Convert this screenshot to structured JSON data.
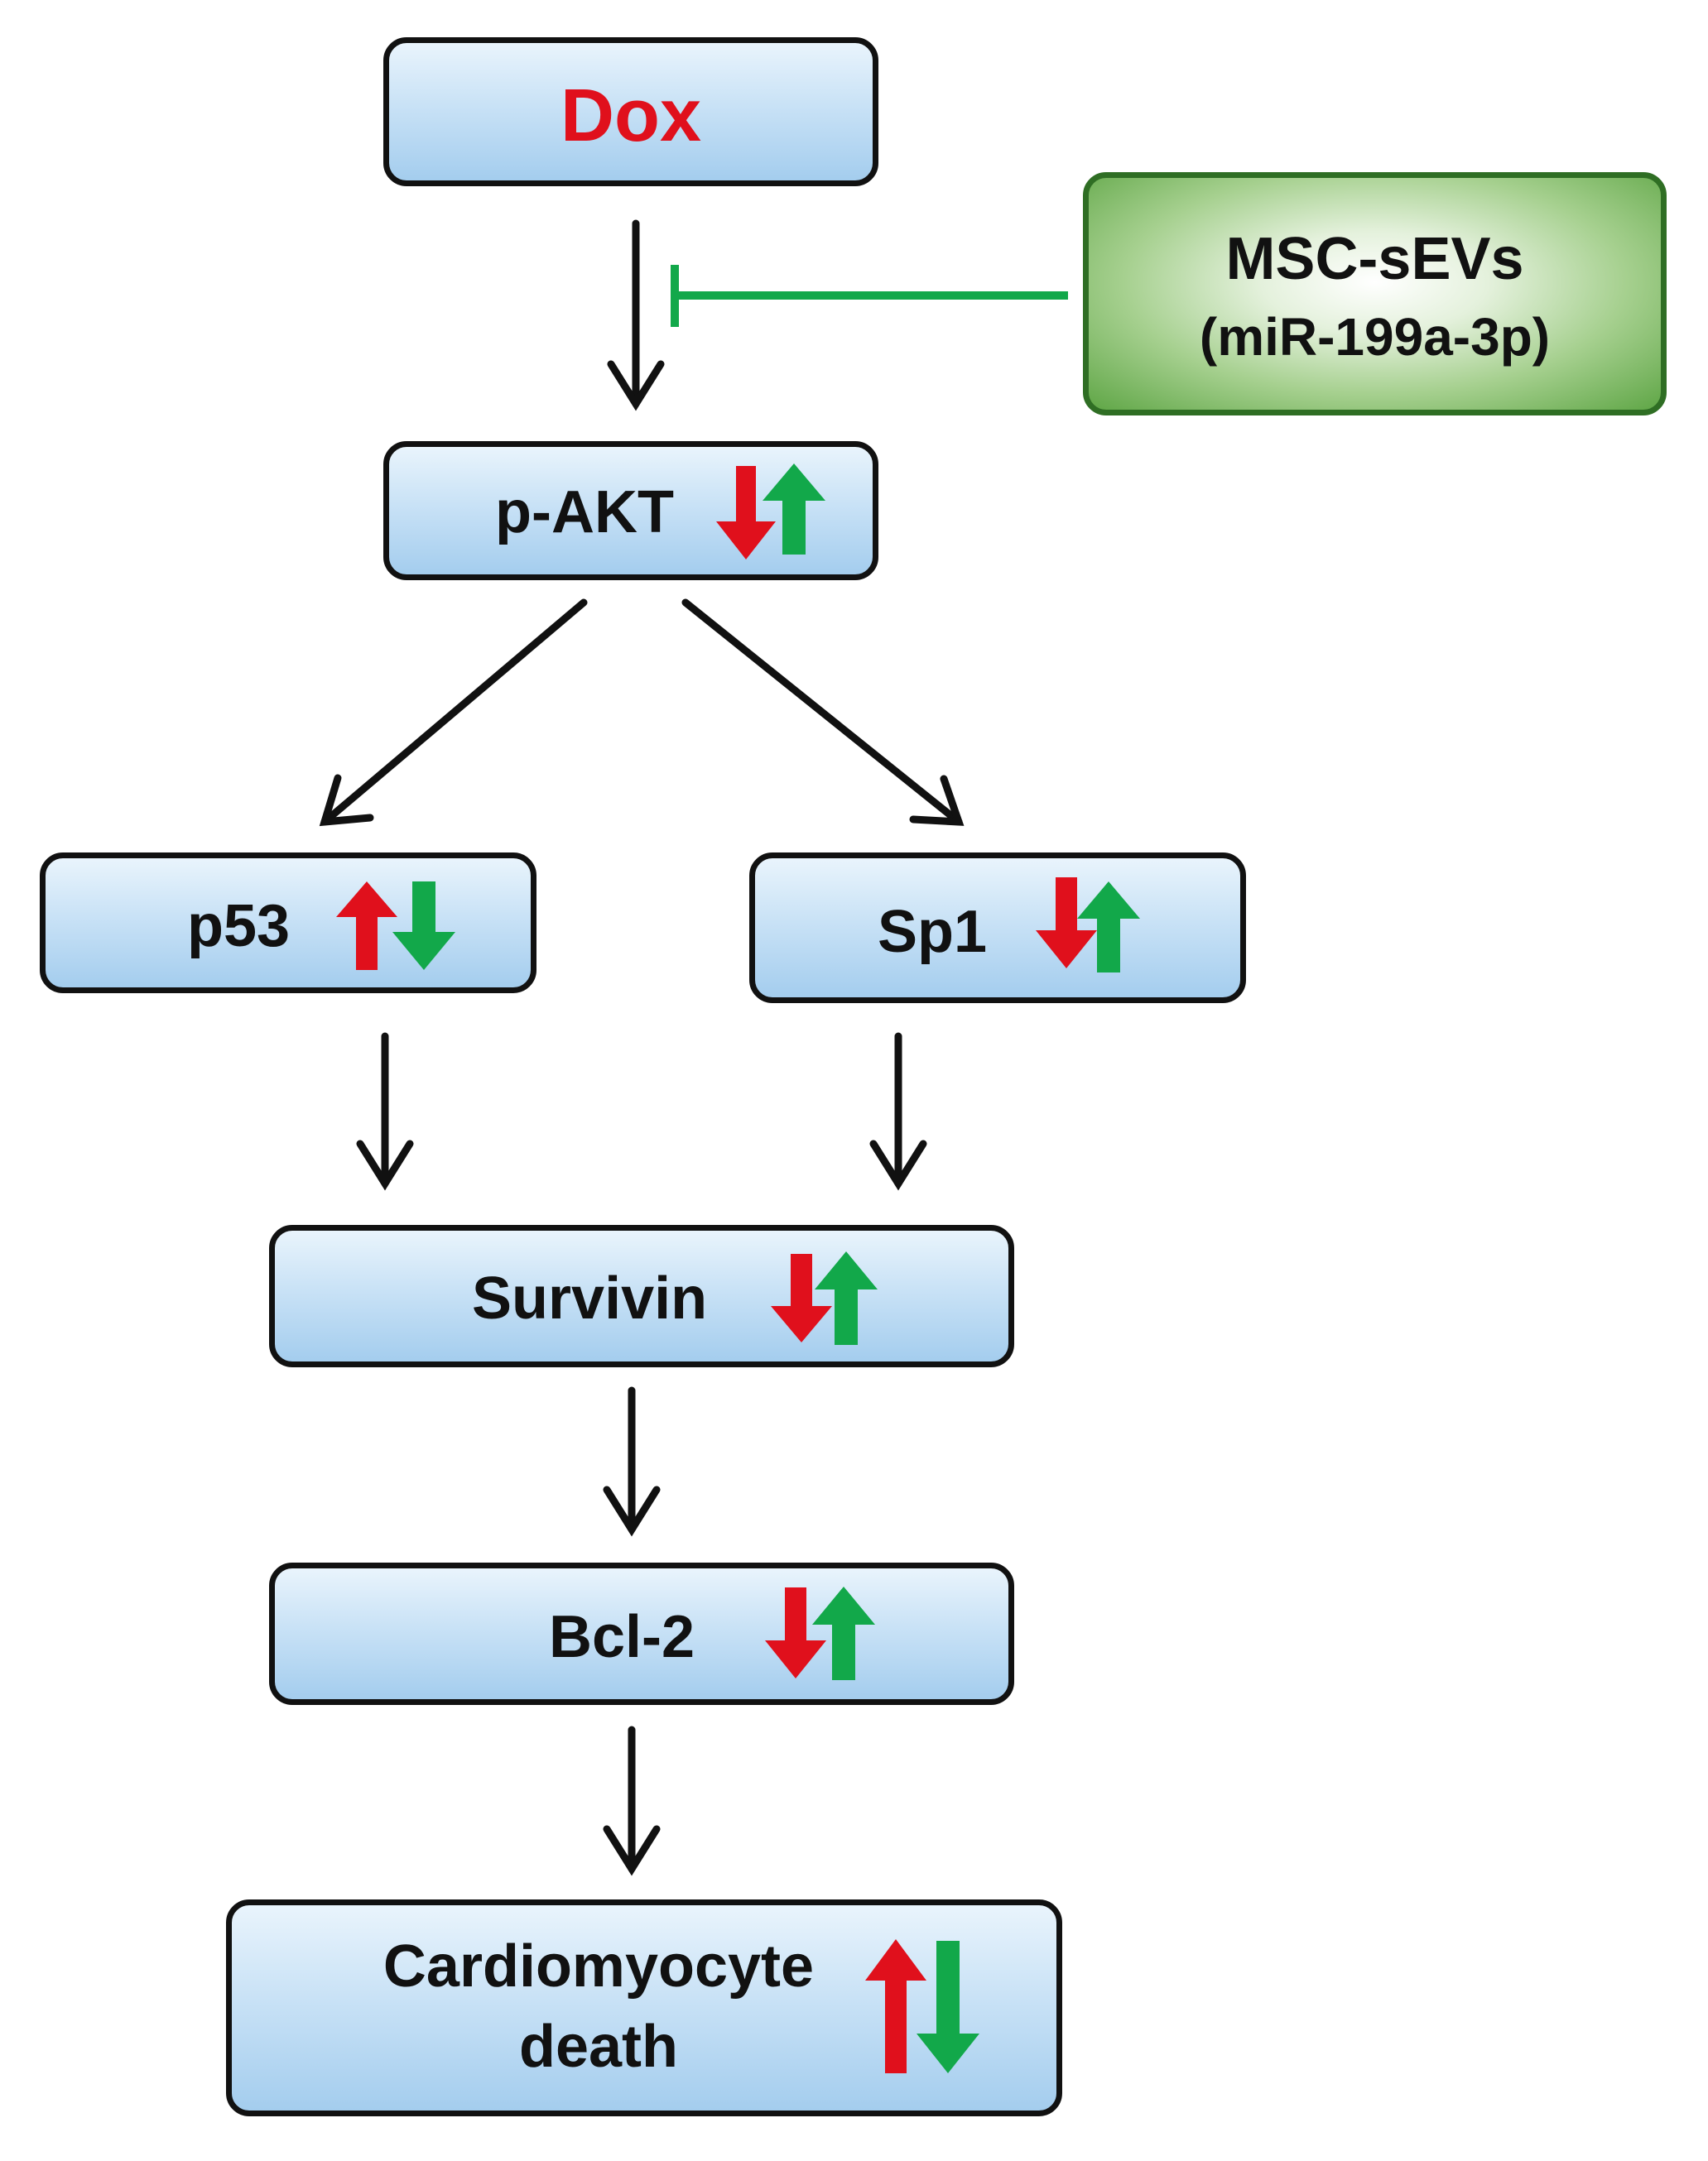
{
  "nodes": {
    "dox": {
      "label": "Dox",
      "color": "#e0101c"
    },
    "msc": {
      "line1": "MSC-sEVs",
      "line2": "(miR-199a-3p)"
    },
    "pakt": {
      "label": "p-AKT"
    },
    "p53": {
      "label": "p53"
    },
    "sp1": {
      "label": "Sp1"
    },
    "survivin": {
      "label": "Survivin"
    },
    "bcl2": {
      "label": "Bcl-2"
    },
    "death": {
      "line1": "Cardiomyocyte",
      "line2": "death"
    }
  },
  "colors": {
    "red_arrow": "#e0101c",
    "green_arrow": "#12a84a",
    "inhibition": "#12a84a",
    "box_gradient_bottom": "#a4cdee",
    "msc_box": "#5fa646"
  }
}
